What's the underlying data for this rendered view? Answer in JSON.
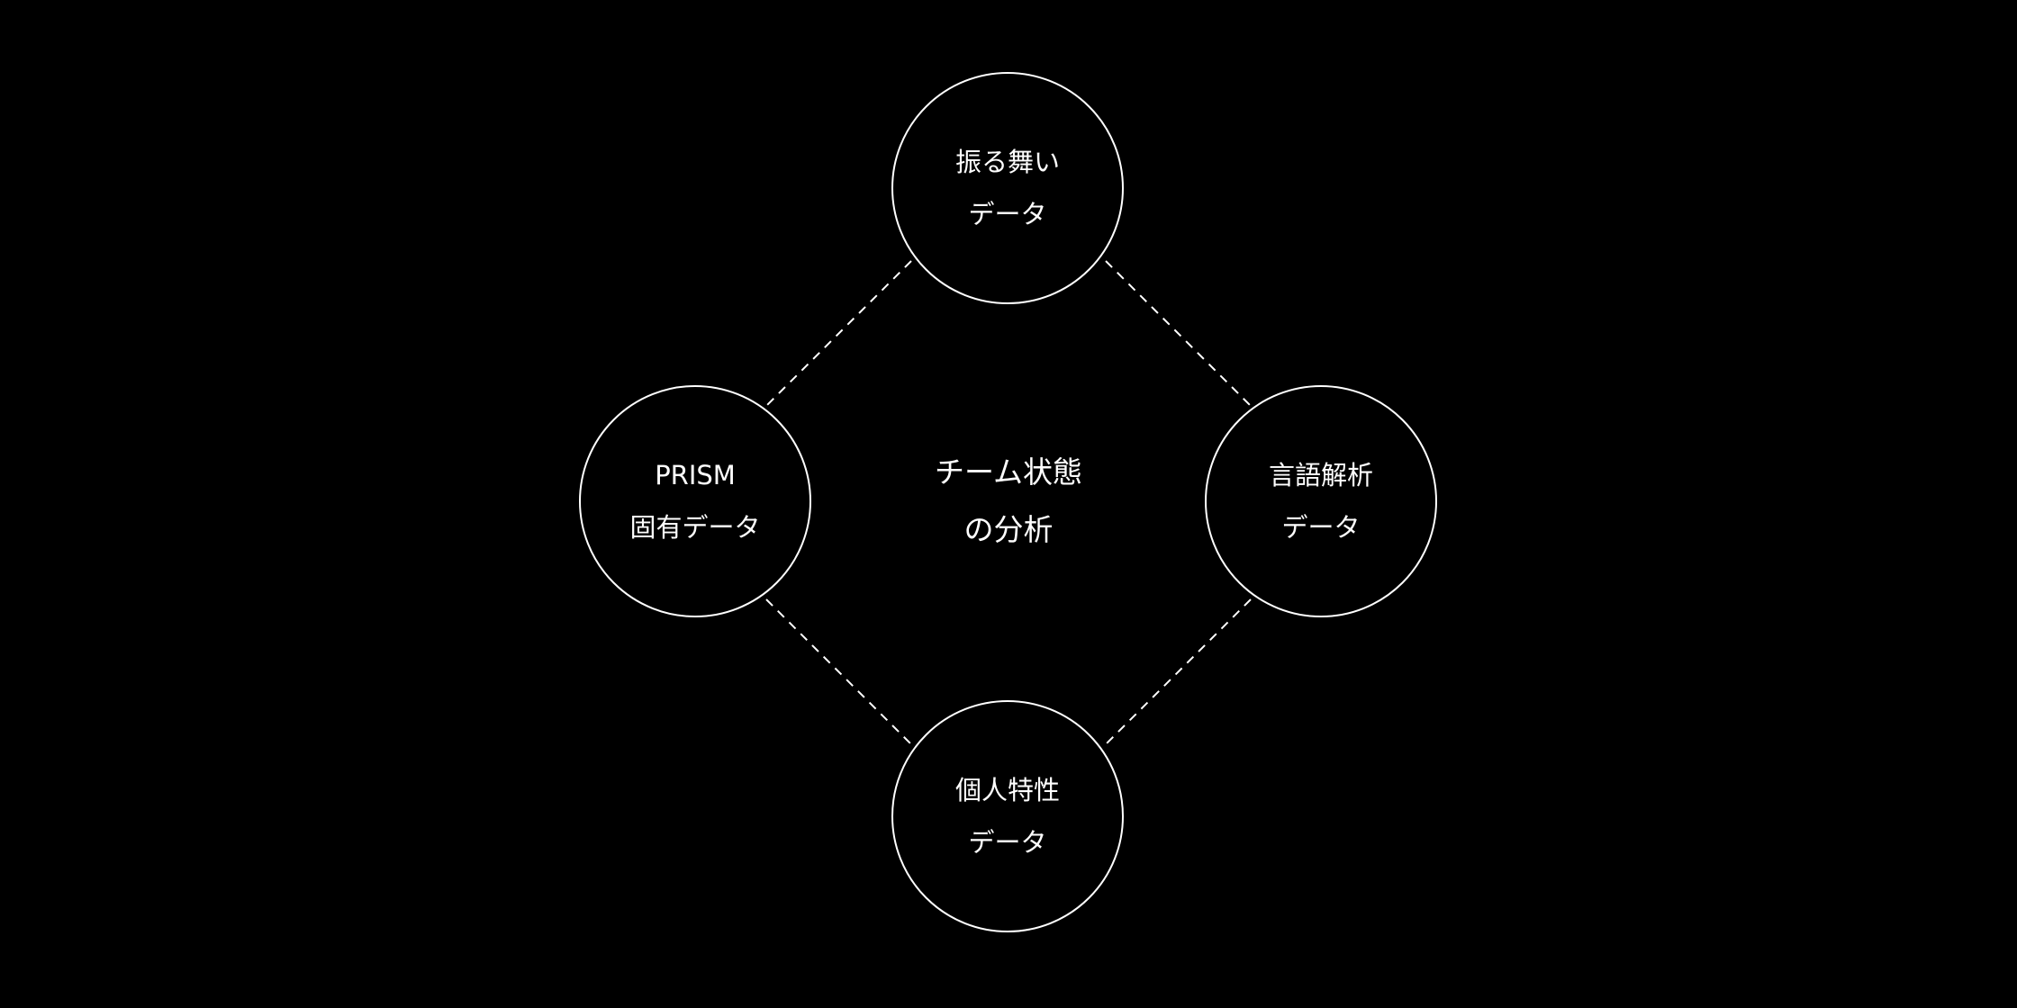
{
  "center": {
    "line1": "チーム状態",
    "line2": "の分析"
  },
  "nodes": {
    "top": {
      "line1": "振る舞い",
      "line2": "データ"
    },
    "left": {
      "line1": "PRISM",
      "line2": "固有データ"
    },
    "right": {
      "line1": "言語解析",
      "line2": "データ"
    },
    "bottom": {
      "line1": "個人特性",
      "line2": "データ"
    }
  },
  "colors": {
    "background": "#000000",
    "stroke": "#ffffff"
  }
}
